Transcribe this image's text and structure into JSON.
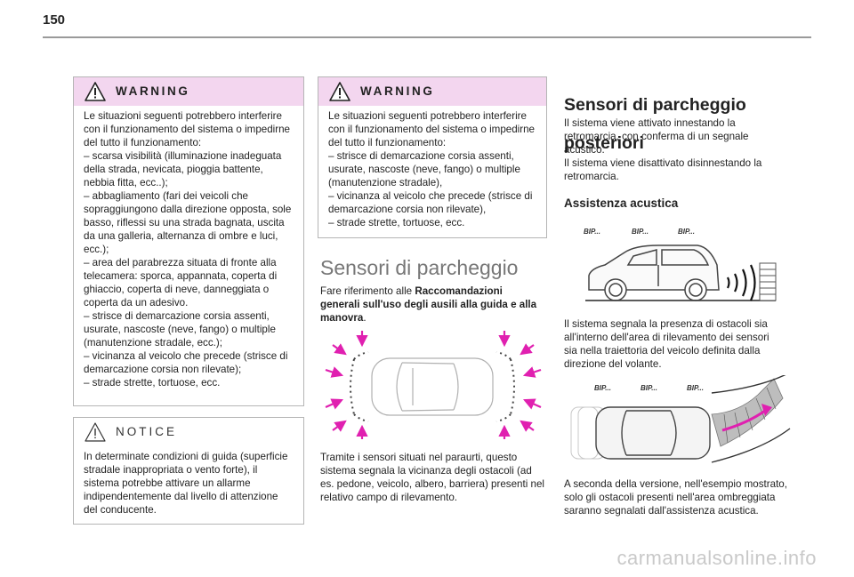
{
  "page": {
    "number": "150",
    "watermark": "carmanualsonline.info"
  },
  "col1": {
    "warning": {
      "title": "WARNING",
      "lines": [
        "Le situazioni seguenti potrebbero interferire",
        "con il funzionamento del sistema o impedirne",
        "del tutto il funzionamento:",
        "– scarsa visibilità (illuminazione inadeguata",
        "della strada, nevicata, pioggia battente,",
        "nebbia fitta, ecc..);",
        "– abbagliamento (fari dei veicoli che",
        "sopraggiungono dalla direzione opposta, sole",
        "basso, riflessi su una strada bagnata, uscita",
        "da una galleria, alternanza di ombre e luci,",
        "ecc.);",
        "– area del parabrezza situata di fronte alla",
        "telecamera: sporca, appannata, coperta di",
        "ghiaccio, coperta di neve, danneggiata o",
        "coperta da un adesivo.",
        "– strisce di demarcazione corsia assenti,",
        "usurate, nascoste (neve, fango) o multiple",
        "(manutenzione stradale, ecc.);",
        "– vicinanza al veicolo che precede (strisce di",
        "demarcazione corsia non rilevate);",
        "– strade strette, tortuose, ecc."
      ]
    },
    "notice": {
      "title": "NOTICE",
      "lines": [
        "In determinate condizioni di guida (superficie",
        "stradale inappropriata o vento forte), il",
        "sistema potrebbe attivare un allarme",
        "indipendentemente dal livello di attenzione",
        "del conducente."
      ]
    }
  },
  "col2": {
    "warning": {
      "title": "WARNING",
      "lines": [
        "Le situazioni seguenti potrebbero interferire",
        "con il funzionamento del sistema o impedirne",
        "del tutto il funzionamento:",
        "– strisce di demarcazione corsia assenti,",
        "usurate, nascoste (neve, fango) o multiple",
        "(manutenzione stradale),",
        "– vicinanza al veicolo che precede (strisce di",
        "demarcazione corsia non rilevate),",
        "– strade strette, tortuose, ecc."
      ]
    },
    "heading": "Sensori di parcheggio",
    "ref_lines": [
      {
        "pre": "Fare riferimento alle ",
        "bold": "Raccomandazioni"
      },
      {
        "pre": "",
        "bold": "generali sull'uso degli ausili alla guida e alla"
      },
      {
        "pre": "",
        "bold": "manovra",
        "post": "."
      }
    ],
    "body_lines": [
      "Tramite i sensori situati nel paraurti, questo",
      "sistema segnala la vicinanza degli ostacoli (ad",
      "es. pedone, veicolo, albero, barriera) presenti nel",
      "relativo campo di rilevamento."
    ]
  },
  "col3": {
    "heading_lines": [
      "Sensori di parcheggio",
      "posteriori"
    ],
    "intro_lines": [
      "Il sistema viene attivato innestando la",
      "retromarcia, con conferma di un segnale",
      "acustico.",
      "Il sistema viene disattivato disinnestando la",
      "retromarcia."
    ],
    "subheading": "Assistenza acustica",
    "bip": [
      "BIP...",
      "BIP...",
      "BIP..."
    ],
    "para1_lines": [
      "Il sistema segnala la presenza di ostacoli sia",
      "all'interno dell'area di rilevamento dei sensori",
      "sia nella traiettoria del veicolo definita dalla",
      "direzione del volante."
    ],
    "bip2": [
      "BIP...",
      "BIP...",
      "BIP..."
    ],
    "para2_lines": [
      "A seconda della versione, nell'esempio mostrato,",
      "solo gli ostacoli presenti nell'area ombreggiata",
      "saranno segnalati dall'assistenza acustica."
    ]
  },
  "colors": {
    "warning_head": "#f3d6ef",
    "sensor_arrow": "#e020b0",
    "border": "#b5b5b5"
  }
}
